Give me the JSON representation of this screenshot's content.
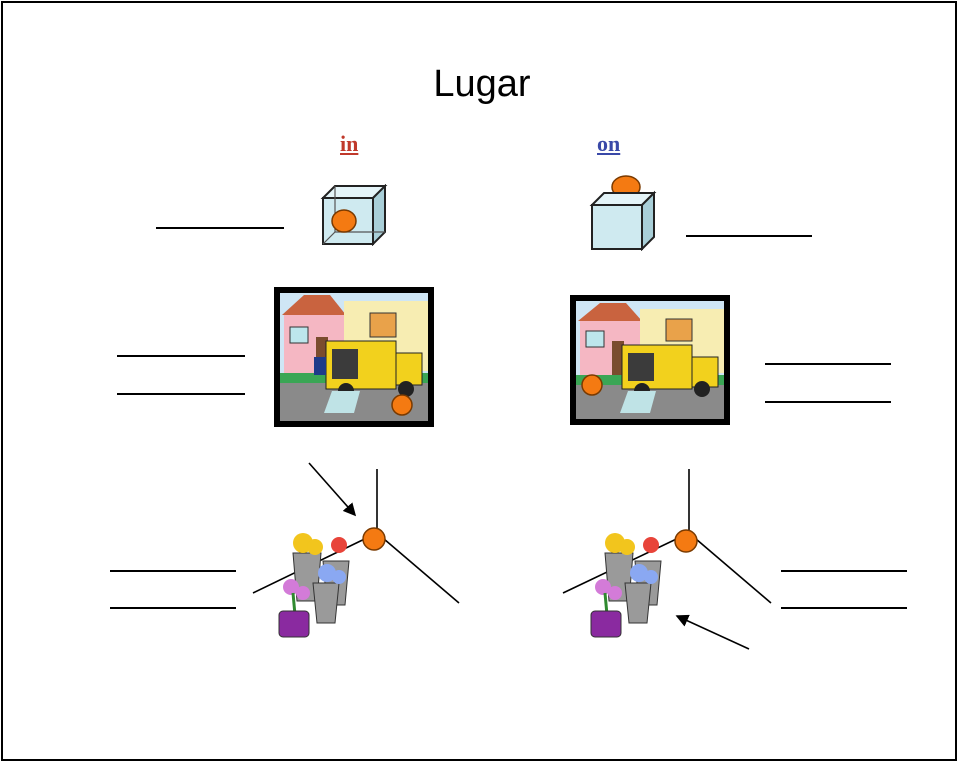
{
  "slide": {
    "title": "Lugar",
    "prepositions": {
      "in": "in",
      "on": "on"
    }
  },
  "colors": {
    "in_word": "#c0392b",
    "on_word": "#3a49a8",
    "ball": "#f47a12",
    "box": "#cfeaf0"
  },
  "icons": [
    "box-in-icon",
    "box-on-icon",
    "truck-scene",
    "flowers-scene",
    "orange-ball"
  ]
}
